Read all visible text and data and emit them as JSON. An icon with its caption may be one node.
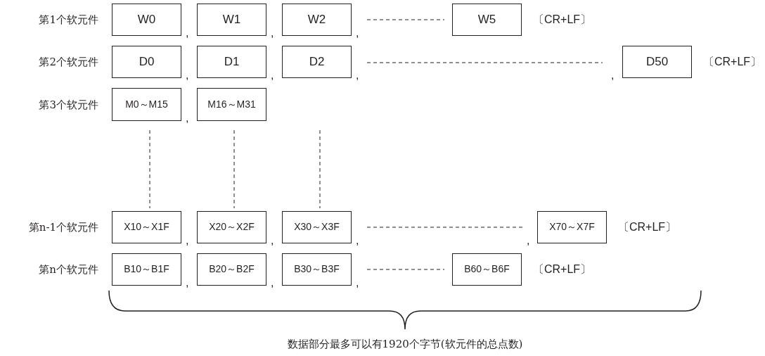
{
  "diagram": {
    "caption": "数据部分最多可以有1920个字节(软元件的总点数)",
    "nodes": [
      {
        "text": [
          "W0"
        ]
      },
      {
        "text": [
          "W1"
        ]
      },
      {
        "text": [
          "W2"
        ]
      },
      {
        "text": [
          "W5"
        ]
      },
      {
        "text": [
          "D0"
        ]
      },
      {
        "text": [
          "D1"
        ]
      },
      {
        "text": [
          "D2"
        ]
      },
      {
        "text": [
          "D50"
        ]
      },
      {
        "text": [
          "M0～M15"
        ]
      },
      {
        "text": [
          "M16～M31"
        ]
      },
      {
        "text": [
          "X10～X1F"
        ]
      },
      {
        "text": [
          "X20～X2F"
        ]
      },
      {
        "text": [
          "X30～X3F"
        ]
      },
      {
        "text": [
          "X70～X7F"
        ]
      },
      {
        "text": [
          "B10～B1F"
        ]
      },
      {
        "text": [
          "B20～B2F"
        ]
      },
      {
        "text": [
          "B30～B3F"
        ]
      },
      {
        "text": [
          "B60～B6F"
        ]
      }
    ],
    "labels": [
      "第1个软元件",
      ",",
      ",",
      ",",
      "〔CR+LF〕",
      "第2个软元件",
      ",",
      ",",
      ",",
      ",",
      "〔CR+LF〕",
      "第3个软元件",
      ",",
      "第n-1个软元件",
      ",",
      ",",
      ",",
      ",",
      "〔CR+LF〕",
      "第n个软元件",
      ",",
      ",",
      ",",
      "〔CR+LF〕"
    ]
  }
}
